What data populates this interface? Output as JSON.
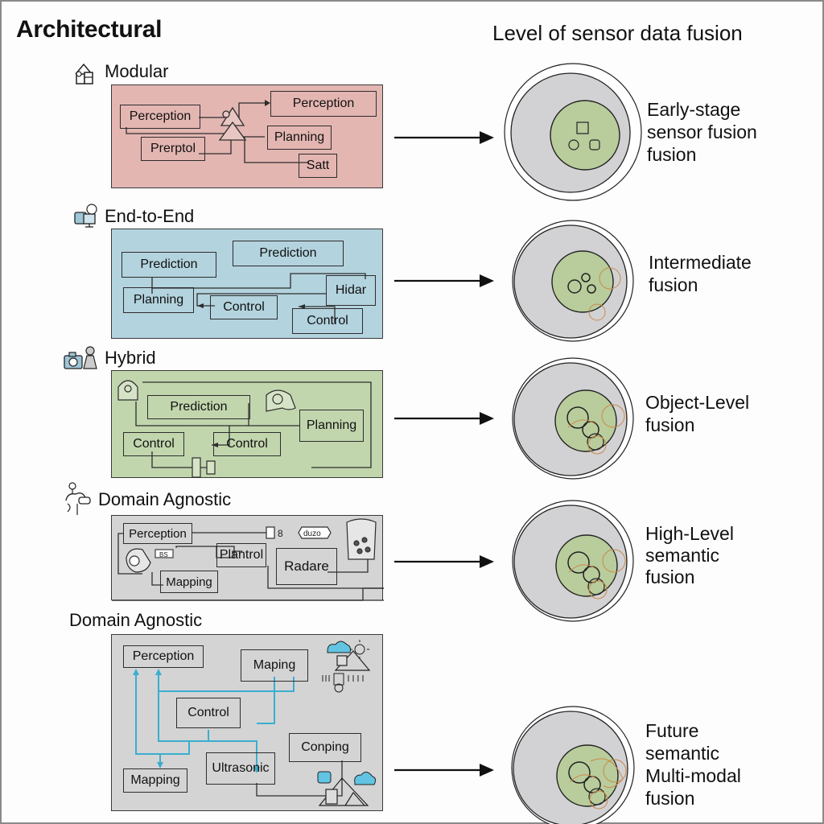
{
  "header": {
    "left_title": "Architectural",
    "right_title": "Level of sensor data fusion"
  },
  "architectures": [
    {
      "title": "Modular",
      "icon": "house-icon",
      "panel_color": "#e3b6b2",
      "boxes": [
        "Perception",
        "Prerptol",
        "Perception",
        "Planning",
        "Satt"
      ]
    },
    {
      "title": "End-to-End",
      "icon": "computer-icon",
      "panel_color": "#b3d3de",
      "boxes": [
        "Prediction",
        "Planning",
        "Prediction",
        "Hidar",
        "Control",
        "Control"
      ]
    },
    {
      "title": "Hybrid",
      "icon": "camera-icon",
      "panel_color": "#c2d6ae",
      "boxes": [
        "Prediction",
        "Planning",
        "Control",
        "Control"
      ]
    },
    {
      "title": "Domain Agnostic",
      "icon": "cloud-sensor-icon",
      "panel_color": "#d4d4d4",
      "boxes": [
        "Perception",
        "Plantrol",
        "Radare",
        "Mapping"
      ],
      "small_labels": [
        "8",
        "duzo",
        "BS"
      ]
    },
    {
      "title": "Domain Agnostic",
      "icon": "",
      "panel_color": "#d4d4d4",
      "connector_color": "#3aaed0",
      "boxes": [
        "Perception",
        "Maping",
        "Control",
        "Conping",
        "Ultrasonic",
        "Mapping"
      ]
    }
  ],
  "fusion_levels": [
    {
      "lines": [
        "Early-stage",
        "sensor fusion",
        "fusion"
      ]
    },
    {
      "lines": [
        "Intermediate",
        "fusion"
      ]
    },
    {
      "lines": [
        "Object-Level",
        "fusion"
      ]
    },
    {
      "lines": [
        "High-Level",
        "semantic",
        "fusion"
      ]
    },
    {
      "lines": [
        "Future",
        "semantic",
        "Multi-modal",
        "fusion"
      ]
    }
  ],
  "colors": {
    "outer_gray": "#d2d2d4",
    "inner_green": "#b9cc9c",
    "accent_orange": "#c98a4a",
    "accent_blue": "#3aaed0"
  }
}
